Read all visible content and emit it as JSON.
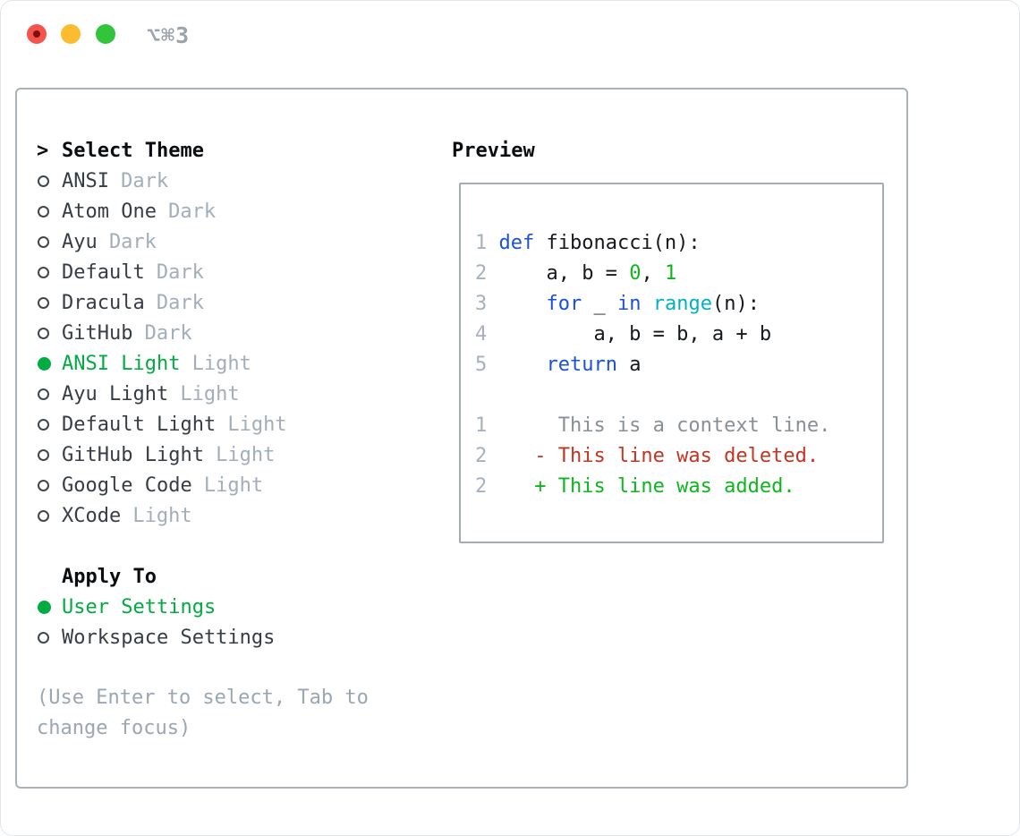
{
  "window": {
    "shortcut_label": "⌥⌘3",
    "traffic_lights": [
      {
        "name": "close",
        "color": "#f5544d",
        "has_dot": true
      },
      {
        "name": "minimize",
        "color": "#fdbc2f",
        "has_dot": false
      },
      {
        "name": "maximize",
        "color": "#32c53c",
        "has_dot": false
      }
    ]
  },
  "theme_panel": {
    "title_prefix": ">",
    "title": "Select Theme",
    "items": [
      {
        "name": "ANSI",
        "variant": "Dark",
        "selected": false
      },
      {
        "name": "Atom One",
        "variant": "Dark",
        "selected": false
      },
      {
        "name": "Ayu",
        "variant": "Dark",
        "selected": false
      },
      {
        "name": "Default",
        "variant": "Dark",
        "selected": false
      },
      {
        "name": "Dracula",
        "variant": "Dark",
        "selected": false
      },
      {
        "name": "GitHub",
        "variant": "Dark",
        "selected": false
      },
      {
        "name": "ANSI Light",
        "variant": "Light",
        "selected": true
      },
      {
        "name": "Ayu Light",
        "variant": "Light",
        "selected": false
      },
      {
        "name": "Default Light",
        "variant": "Light",
        "selected": false
      },
      {
        "name": "GitHub Light",
        "variant": "Light",
        "selected": false
      },
      {
        "name": "Google Code",
        "variant": "Light",
        "selected": false
      },
      {
        "name": "XCode",
        "variant": "Light",
        "selected": false
      }
    ],
    "apply_to": {
      "title": "Apply To",
      "options": [
        {
          "label": "User Settings",
          "selected": true
        },
        {
          "label": "Workspace Settings",
          "selected": false
        }
      ]
    },
    "hint": "(Use Enter to select, Tab to change focus)"
  },
  "preview": {
    "title": "Preview",
    "code_lines": [
      {
        "num": "1",
        "segments": [
          {
            "t": " ",
            "c": "fg"
          },
          {
            "t": "def",
            "c": "kw"
          },
          {
            "t": " fibonacci(n):",
            "c": "fg"
          }
        ]
      },
      {
        "num": "2",
        "segments": [
          {
            "t": "     a, b = ",
            "c": "fg"
          },
          {
            "t": "0",
            "c": "lit"
          },
          {
            "t": ", ",
            "c": "fg"
          },
          {
            "t": "1",
            "c": "lit"
          }
        ]
      },
      {
        "num": "3",
        "segments": [
          {
            "t": "     ",
            "c": "fg"
          },
          {
            "t": "for",
            "c": "kw"
          },
          {
            "t": " _ ",
            "c": "fg"
          },
          {
            "t": "in",
            "c": "kw"
          },
          {
            "t": " ",
            "c": "fg"
          },
          {
            "t": "range",
            "c": "fn"
          },
          {
            "t": "(n):",
            "c": "fg"
          }
        ]
      },
      {
        "num": "4",
        "segments": [
          {
            "t": "         a, b = b, a + b",
            "c": "fg"
          }
        ]
      },
      {
        "num": "5",
        "segments": [
          {
            "t": "     ",
            "c": "fg"
          },
          {
            "t": "return",
            "c": "kw"
          },
          {
            "t": " a",
            "c": "fg"
          }
        ]
      }
    ],
    "diff_lines": [
      {
        "num": "1",
        "segments": [
          {
            "t": "      This is a context line.",
            "c": "ctx"
          }
        ]
      },
      {
        "num": "2",
        "segments": [
          {
            "t": "    - This line was deleted.",
            "c": "del"
          }
        ]
      },
      {
        "num": "2",
        "segments": [
          {
            "t": "    + This line was added.",
            "c": "add"
          }
        ]
      }
    ]
  },
  "colors": {
    "select_green": "#00ac42",
    "kw": "#1b50d8",
    "fn": "#00b1c0",
    "lit": "#0db61f",
    "del": "#c43422",
    "add": "#0db61f",
    "ctx": "#878f97",
    "linenum": "#a6b1bd",
    "muted": "#a2aeb9",
    "hint": "#9aa6b2",
    "text": "#363d45",
    "heading": "#0b0e11",
    "code_fg": "#15191d",
    "panel_border": "#a9b2bb",
    "preview_border": "#a4acb4",
    "traffic_red": "#f5544d",
    "traffic_yellow": "#fdbc2f",
    "traffic_green": "#32c53c",
    "shortcut": "#9ba3ad"
  }
}
